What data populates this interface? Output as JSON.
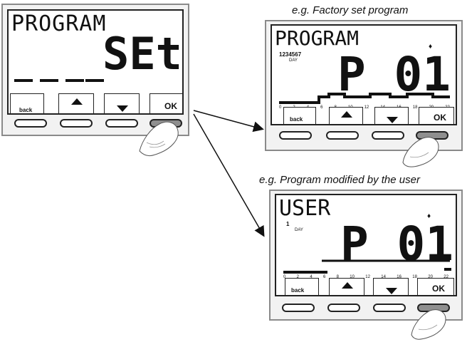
{
  "captions": {
    "factory": "e.g. Factory set program",
    "user": "e.g. Program modified by the user"
  },
  "panel_left": {
    "top_text": "PROGRAM",
    "main_text": "SEt",
    "buttons": {
      "back": "back",
      "up": "up-arrow-icon",
      "down": "down-arrow-icon",
      "ok": "OK"
    }
  },
  "panel_factory": {
    "top_text": "PROGRAM",
    "days": "1234567",
    "day_label": "DAY",
    "main_text": "P 01",
    "hour_ticks": [
      "0",
      "2",
      "4",
      "6",
      "8",
      "10",
      "12",
      "14",
      "16",
      "18",
      "20",
      "22"
    ],
    "buttons": {
      "back": "back",
      "up": "up-arrow-icon",
      "down": "down-arrow-icon",
      "ok": "OK"
    }
  },
  "panel_user": {
    "top_text": "USER",
    "days": "1",
    "day_label": "DAY",
    "main_text": "P 01",
    "hour_ticks": [
      "0",
      "2",
      "4",
      "6",
      "8",
      "10",
      "12",
      "14",
      "16",
      "18",
      "20",
      "22"
    ],
    "buttons": {
      "back": "back",
      "up": "up-arrow-icon",
      "down": "down-arrow-icon",
      "ok": "OK"
    }
  },
  "colors": {
    "lcd": "#ffffff",
    "frame": "#8a8a8a",
    "pressed_key": "#8f8f8f"
  }
}
